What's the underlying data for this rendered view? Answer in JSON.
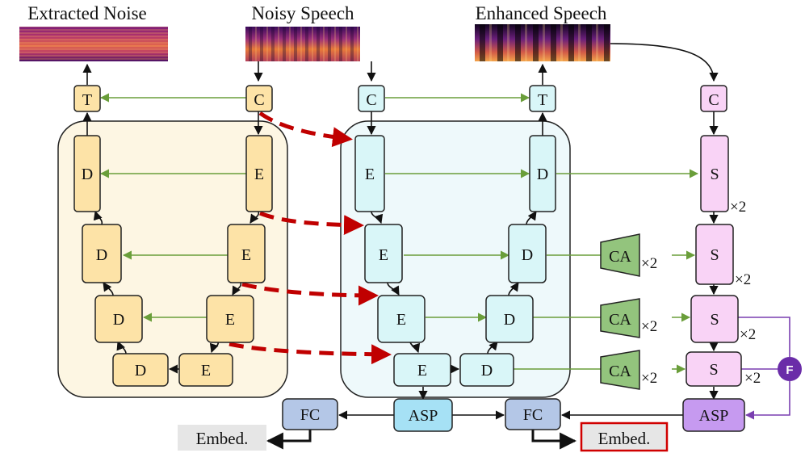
{
  "headers": {
    "extracted_noise": "Extracted Noise",
    "noisy_speech": "Noisy Speech",
    "enhanced_speech": "Enhanced Speech"
  },
  "block_labels": {
    "conv": "C",
    "transpose": "T",
    "decoder": "D",
    "encoder": "E",
    "speaker": "S",
    "cross_attention": "CA",
    "fusion": "F",
    "pooling": "ASP",
    "fully_connected": "FC"
  },
  "repeat": {
    "x2": "×2"
  },
  "embeddings": {
    "noise_embed": "Embed.",
    "speaker_embed": "Embed."
  },
  "colors": {
    "noise_block": "#fde3a7",
    "noise_panel": "#fdf6e3",
    "speech_block": "#d9f6f8",
    "speech_panel": "#eef9fb",
    "speaker_block": "#f9d3f6",
    "ca_block": "#93c47d",
    "fc_block": "#b4c7e7",
    "asp_block": "#a6e1f5",
    "asp_speaker_block": "#c69af0",
    "fusion_circle": "#6a2ca8",
    "skip_arrow": "#c00000",
    "flow_green": "#6a9e3a",
    "flow_purple": "#7a3fb0",
    "highlight_border": "#d00000",
    "embed_bg": "#e6e6e6"
  }
}
